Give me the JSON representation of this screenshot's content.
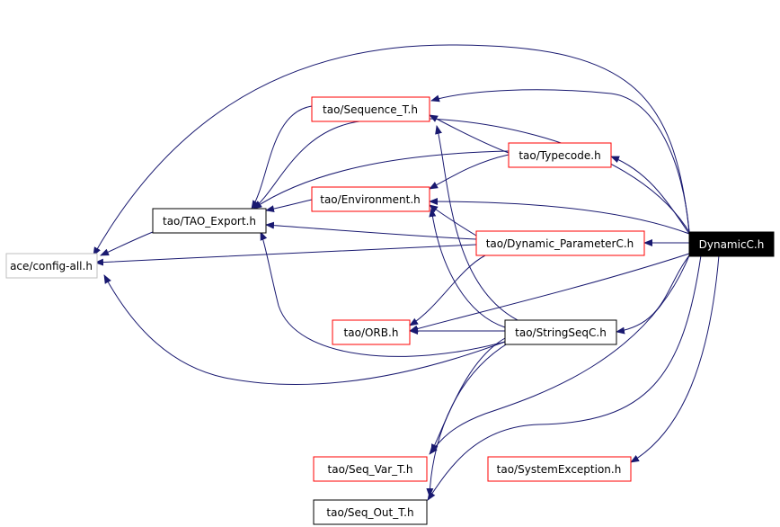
{
  "colors": {
    "edge": "#191970",
    "black_border": "#000000",
    "red_border": "#ff0000",
    "gray_border": "#bfbfbf",
    "root_fill": "#000000",
    "root_text": "#ffffff",
    "text": "#000000"
  },
  "nodes": {
    "root": "DynamicC.h",
    "config_all": "ace/config-all.h",
    "tao_export": "tao/TAO_Export.h",
    "sequence_t": "tao/Sequence_T.h",
    "typecode": "tao/Typecode.h",
    "environment": "tao/Environment.h",
    "dynamic_parameterc": "tao/Dynamic_ParameterC.h",
    "orb": "tao/ORB.h",
    "stringseqc": "tao/StringSeqC.h",
    "seq_var_t": "tao/Seq_Var_T.h",
    "systemexception": "tao/SystemException.h",
    "seq_out_t": "tao/Seq_Out_T.h"
  }
}
